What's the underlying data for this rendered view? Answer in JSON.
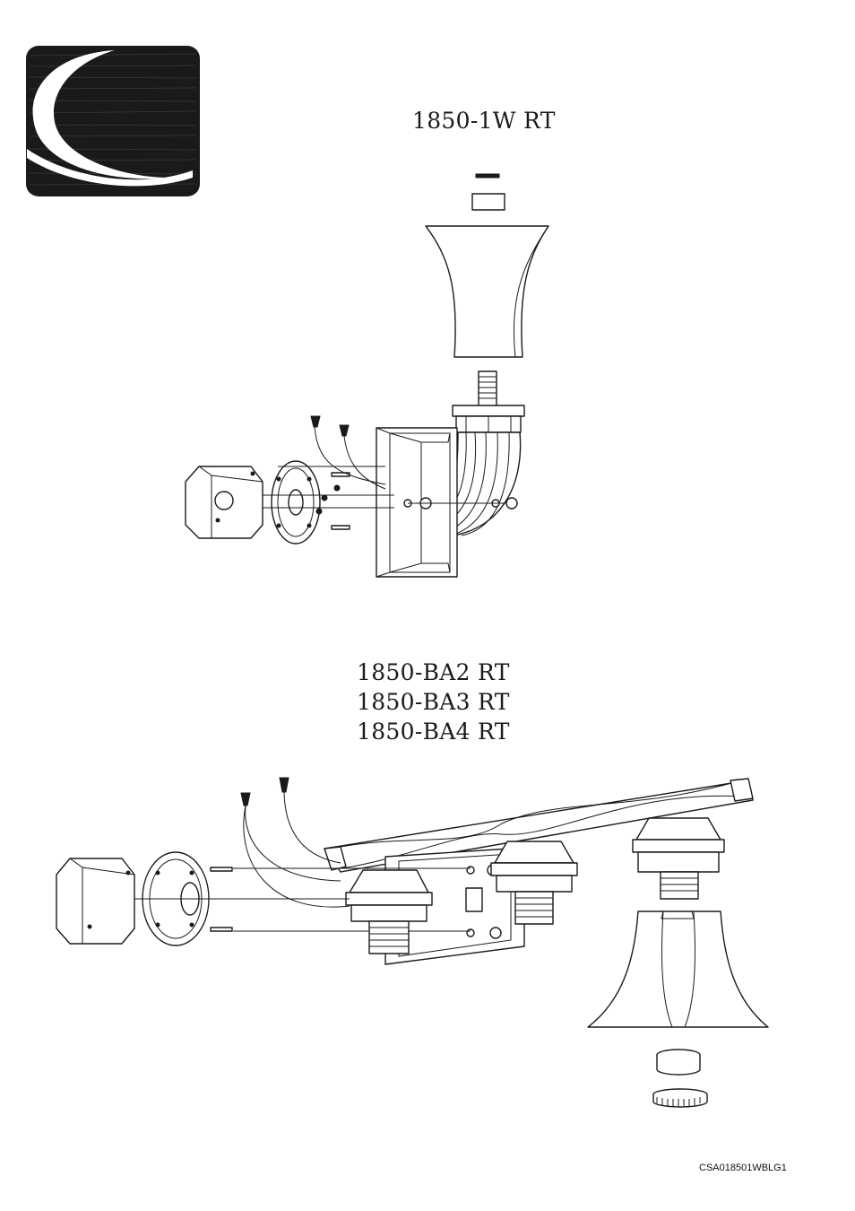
{
  "brand": {
    "logo_color": "#1a1a1a",
    "logo_icon": "q-swoosh-logo"
  },
  "models": {
    "single": "1850-1W RT",
    "bath": [
      "1850-BA2 RT",
      "1850-BA3 RT",
      "1850-BA4 RT"
    ]
  },
  "document_code": "CSA018501WBLG1"
}
